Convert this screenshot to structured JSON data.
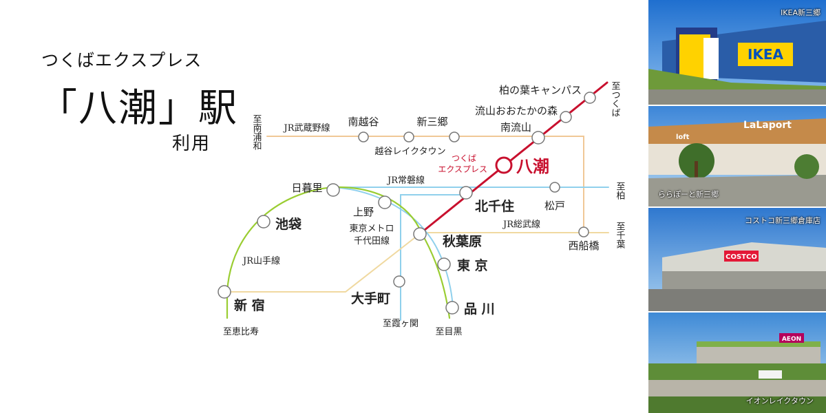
{
  "header": {
    "line_name": "つくばエクスプレス",
    "station_title": "「八潮」駅",
    "usage": "利用"
  },
  "colors": {
    "tsukuba_express": "#c8102e",
    "jr_yamanote": "#9acd32",
    "jr_musashino": "#f0c896",
    "jr_joban": "#7fc6e8",
    "tokyo_metro_chiyoda": "#7fc6e8",
    "jr_sobu": "#f0d9a0"
  },
  "map": {
    "hero_station": "八潮",
    "tx_label_line1": "つくば",
    "tx_label_line2": "エクスプレス",
    "stations": {
      "kashiwanoha": "柏の葉キャンパス",
      "nagareyama_otaka": "流山おおたかの森",
      "minami_nagareyama": "南流山",
      "minami_koshigaya": "南越谷",
      "shin_misato": "新三郷",
      "koshigaya_laketown": "越谷レイクタウン",
      "kita_senju": "北千住",
      "matsudo": "松戸",
      "nippori": "日暮里",
      "ueno": "上野",
      "ikebukuro": "池袋",
      "akihabara": "秋葉原",
      "tokyo": "東 京",
      "otemachi": "大手町",
      "shinagawa": "品 川",
      "shinjuku": "新 宿",
      "nishi_funabashi": "西船橋"
    },
    "lines": {
      "musashino": "JR武蔵野線",
      "joban": "JR常磐線",
      "sobu": "JR総武線",
      "yamanote": "JR山手線",
      "chiyoda_1": "東京メトロ",
      "chiyoda_2": "千代田線"
    },
    "directions": {
      "tsukuba": "至つくば",
      "minami_urawa": "至南浦和",
      "kashiwa": "至柏",
      "chiba": "至千葉",
      "ebisu": "至恵比寿",
      "kasumigaseki": "至霞ヶ関",
      "meguro": "至目黒"
    }
  },
  "photos": [
    {
      "caption": "IKEA新三郷",
      "icon": "ikea-store-photo"
    },
    {
      "caption": "ららぽーと新三郷",
      "icon": "lalaport-photo"
    },
    {
      "caption": "コストコ新三郷倉庫店",
      "icon": "costco-photo"
    },
    {
      "caption": "イオンレイクタウン",
      "icon": "aeon-laketown-photo"
    }
  ]
}
